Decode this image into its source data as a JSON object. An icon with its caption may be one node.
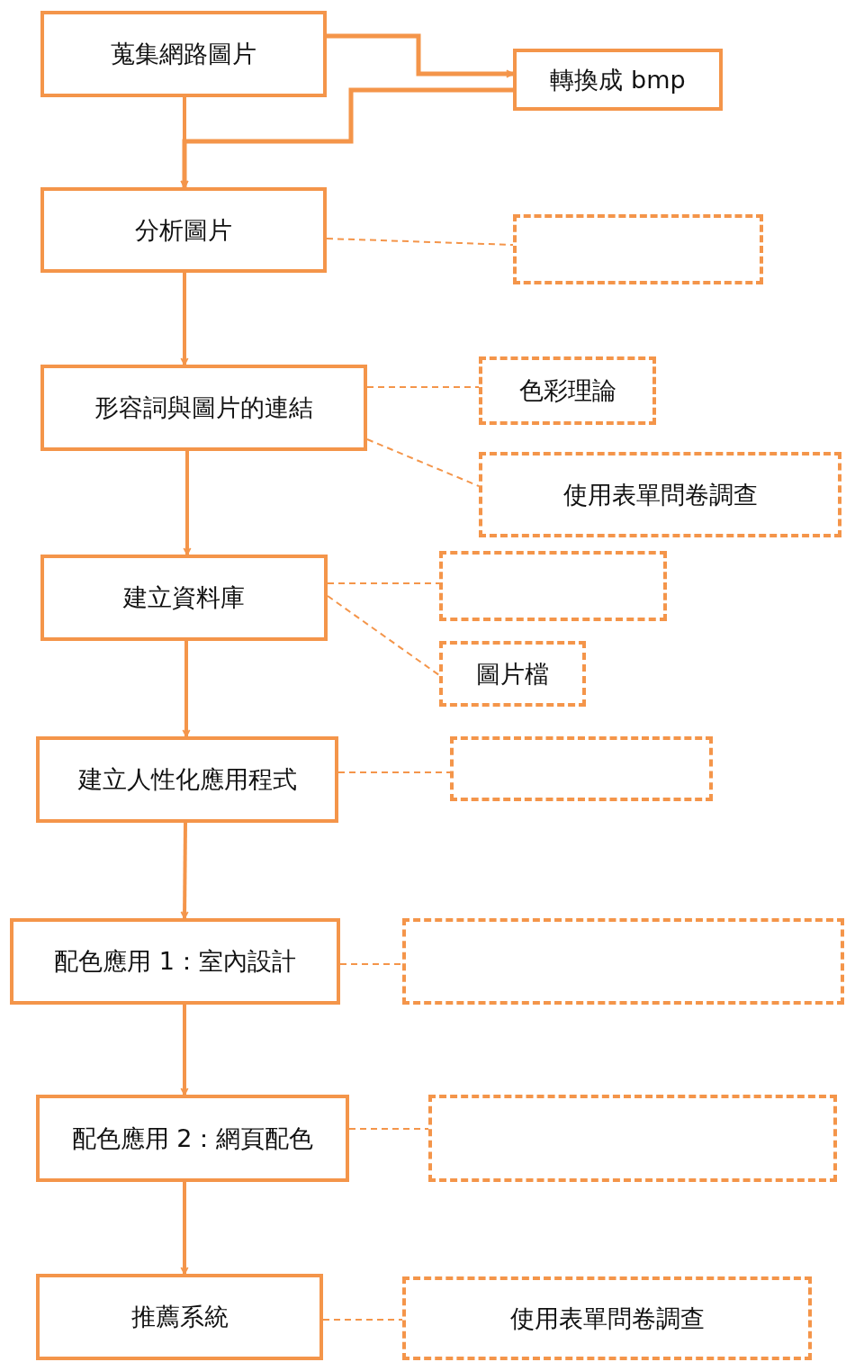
{
  "diagram": {
    "nodes": [
      {
        "text": [
          "蒐集網路圖片"
        ]
      },
      {
        "text": [
          "轉換成 bmp"
        ]
      },
      {
        "text": [
          "分析圖片"
        ]
      },
      {
        "text": [],
        "shape": "box"
      },
      {
        "text": [
          "形容詞與圖片的連結"
        ]
      },
      {
        "text": [
          "色彩理論"
        ]
      },
      {
        "text": [
          "使用表單問卷調查"
        ]
      },
      {
        "text": [
          "建立資料庫"
        ]
      },
      {
        "text": [],
        "shape": "box"
      },
      {
        "text": [
          "圖片檔"
        ]
      },
      {
        "text": [
          "建立人性化應用程式"
        ]
      },
      {
        "text": [],
        "shape": "box"
      },
      {
        "text": [
          "配色應用 1：室內設計"
        ]
      },
      {
        "text": [],
        "shape": "box"
      },
      {
        "text": [
          "配色應用 2：網頁配色"
        ]
      },
      {
        "text": [],
        "shape": "box"
      },
      {
        "text": [
          "推薦系統"
        ]
      },
      {
        "text": [
          "使用表單問卷調查"
        ]
      }
    ],
    "edges": [
      {
        "from": 0,
        "to": 1,
        "arrow": "to",
        "style": "thick"
      },
      {
        "from": 1,
        "to": 2,
        "arrow": "to",
        "style": "thick"
      },
      {
        "from": 0,
        "to": 2,
        "arrow": "to"
      },
      {
        "from": 2,
        "to": 4,
        "arrow": "to"
      },
      {
        "from": 4,
        "to": 7,
        "arrow": "to"
      },
      {
        "from": 7,
        "to": 10,
        "arrow": "to"
      },
      {
        "from": 10,
        "to": 12,
        "arrow": "to"
      },
      {
        "from": 12,
        "to": 14,
        "arrow": "to"
      },
      {
        "from": 14,
        "to": 16,
        "arrow": "to"
      },
      {
        "from": 2,
        "to": 3,
        "arrow": "none",
        "style": "dashed"
      },
      {
        "from": 4,
        "to": 5,
        "arrow": "none",
        "style": "dashed"
      },
      {
        "from": 4,
        "to": 6,
        "arrow": "none",
        "style": "dashed"
      },
      {
        "from": 7,
        "to": 8,
        "arrow": "none",
        "style": "dashed"
      },
      {
        "from": 7,
        "to": 9,
        "arrow": "none",
        "style": "dashed"
      },
      {
        "from": 10,
        "to": 11,
        "arrow": "none",
        "style": "dashed"
      },
      {
        "from": 12,
        "to": 13,
        "arrow": "none",
        "style": "dashed"
      },
      {
        "from": 14,
        "to": 15,
        "arrow": "none",
        "style": "dashed"
      },
      {
        "from": 16,
        "to": 17,
        "arrow": "none",
        "style": "dashed"
      }
    ]
  }
}
